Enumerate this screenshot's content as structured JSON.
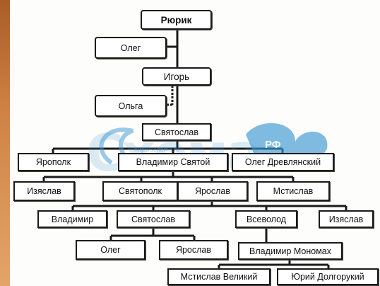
{
  "family_tree": {
    "rurik": "Рюрик",
    "oleg_regent": "Олег",
    "igor": "Игорь",
    "olga": "Ольга",
    "svyatoslav": "Святослав",
    "yaropolk": "Ярополк",
    "vladimir_svyatoy": "Владимир Святой",
    "oleg_drevlyansky": "Олег Древлянский",
    "izyaslav_1": "Изяслав",
    "svyatopolk": "Святополк",
    "yaroslav": "Ярослав",
    "mstislav": "Мстислав",
    "vladimir_son": "Владимир",
    "svyatoslav_2": "Святослав",
    "vsevolod": "Всеволод",
    "izyaslav_2": "Изяслав",
    "oleg_2": "Олег",
    "yaroslav_2": "Ярослав",
    "vladimir_monomakh": "Владимир Мономах",
    "mstislav_velikiy": "Мстислав Великий",
    "yuriy_dolgorukiy": "Юрий Долгорукий"
  },
  "watermark": {
    "brand": "Схема",
    "url": "http://schemo.ru",
    "rf": "РФ"
  }
}
